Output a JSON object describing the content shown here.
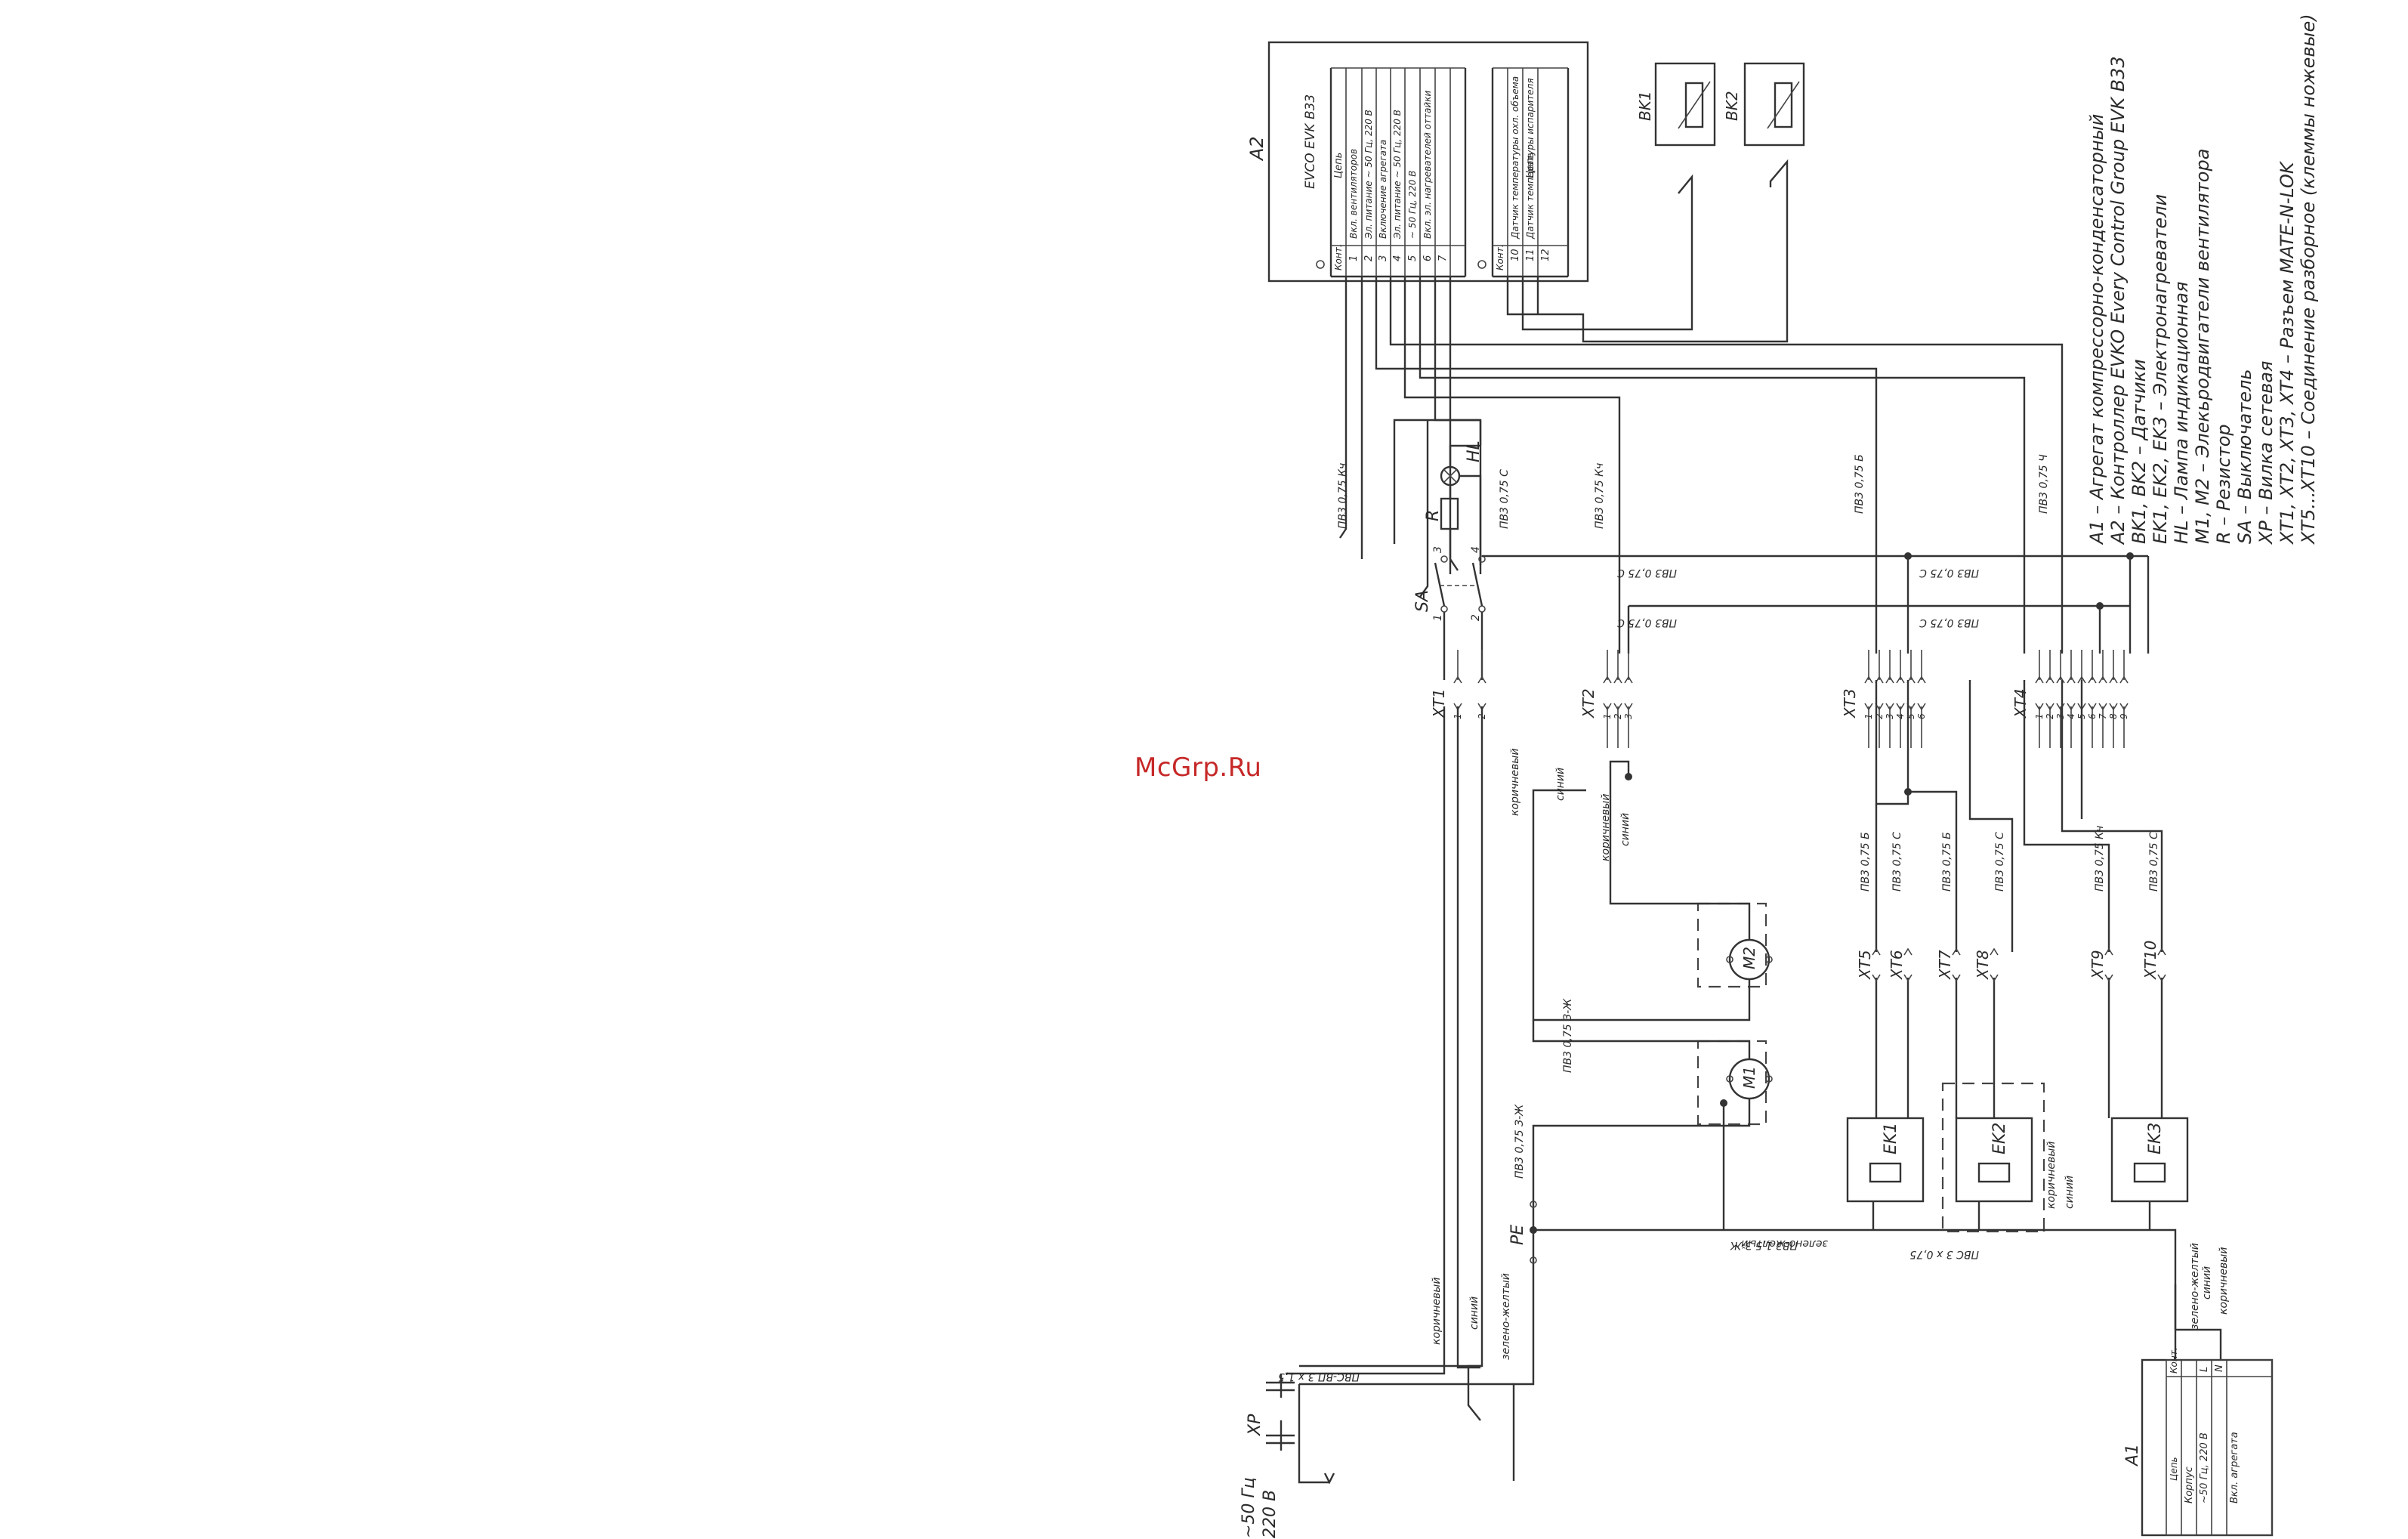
{
  "watermark": "McGrp.Ru",
  "controller": {
    "ref": "A2",
    "name": "EVCO  EVK B33",
    "col_circuit": "Цепь",
    "col_contact": "Конт.",
    "rows_left": [
      {
        "no": "1",
        "text": "Вкл. вентиляторов"
      },
      {
        "no": "2",
        "text": "Эл. питание ~ 50 Гц, 220 В"
      },
      {
        "no": "3",
        "text": "Включение агрегата"
      },
      {
        "no": "4",
        "text": "Эл. питание ~ 50 Гц, 220 В"
      },
      {
        "no": "5",
        "text": "~ 50 Гц, 220 В"
      },
      {
        "no": "6",
        "text": "Вкл. эл. нагревателей оттайки"
      },
      {
        "no": "7",
        "text": ""
      }
    ],
    "rows_right": [
      {
        "no": "10",
        "text": "Датчик температуры охл. объема"
      },
      {
        "no": "11",
        "text": "Датчик температуры испарителя"
      },
      {
        "no": "12",
        "text": ""
      }
    ]
  },
  "sensors": [
    "BK1",
    "BK2"
  ],
  "terminals": {
    "xt1": {
      "label": "XT1",
      "pins": [
        "1",
        "2"
      ]
    },
    "xt2": {
      "label": "XT2",
      "pins": [
        "1",
        "2",
        "3"
      ]
    },
    "xt3": {
      "label": "XT3",
      "pins": [
        "1",
        "2",
        "3",
        "4",
        "5",
        "6"
      ]
    },
    "xt4": {
      "label": "XT4",
      "pins": [
        "1",
        "2",
        "3",
        "4",
        "5",
        "6",
        "7",
        "8",
        "9"
      ]
    },
    "lower": [
      "XT5",
      "XT6",
      "XT7",
      "XT8",
      "XT9",
      "XT10"
    ]
  },
  "switch": {
    "label": "SA",
    "pins": [
      "1",
      "2",
      "3",
      "4"
    ]
  },
  "lamp": "HL",
  "resistor": "R",
  "motors": [
    "M1",
    "M2"
  ],
  "heaters": [
    "EK1",
    "EK2",
    "EK3"
  ],
  "plug": {
    "label": "XP",
    "supply": "~50 Гц\n220 В"
  },
  "pe_label": "PE",
  "unit": {
    "ref": "A1",
    "col_circuit": "Цепь",
    "col_contact": "Конт.",
    "rows": [
      {
        "no": "",
        "text": "Корпус"
      },
      {
        "no": "L",
        "text": "~50 Гц, 220 В"
      },
      {
        "no": "N",
        "text": ""
      },
      {
        "no": "",
        "text": "Вкл. агрегата"
      }
    ]
  },
  "wires": {
    "pv3_kch": "ПВ3 0,75 Кч",
    "pv3_c": "ПВ3 0,75 С",
    "pv3_b": "ПВ3 0,75 Б",
    "pv3_ch": "ПВ3 0,75 Ч",
    "pv3_zh": "ПВ3 0,75 З-Ж",
    "pv3_15": "ПВ3 1,5 З-Ж",
    "pvs_bp": "ПВС-ВП 3 х 1,5",
    "pvs_3": "ПВС 3 х 0,75",
    "brown": "коричневый",
    "blue": "синий",
    "yellow_green": "зелено-желтый"
  },
  "legend": [
    "A1 – Агрегат компрессорно-конденсаторный",
    "A2 – Контроллер EVKO Every Control Group EVK B33",
    "BK1, BK2 – Датчики",
    "EK1, EK2, EK3 – Электронагреватели",
    "HL – Лампа индикационная",
    "M1, M2 – Элекьродвигатели вентилятора",
    "R – Резистор",
    "SA – Выключатель",
    "XP – Вилка сетевая",
    "XT1, XT2, XT3, XT4 – Разъем MATE-N-LOK",
    "XT5...XT10 – Соединение разборное (клеммы ножевые)"
  ]
}
